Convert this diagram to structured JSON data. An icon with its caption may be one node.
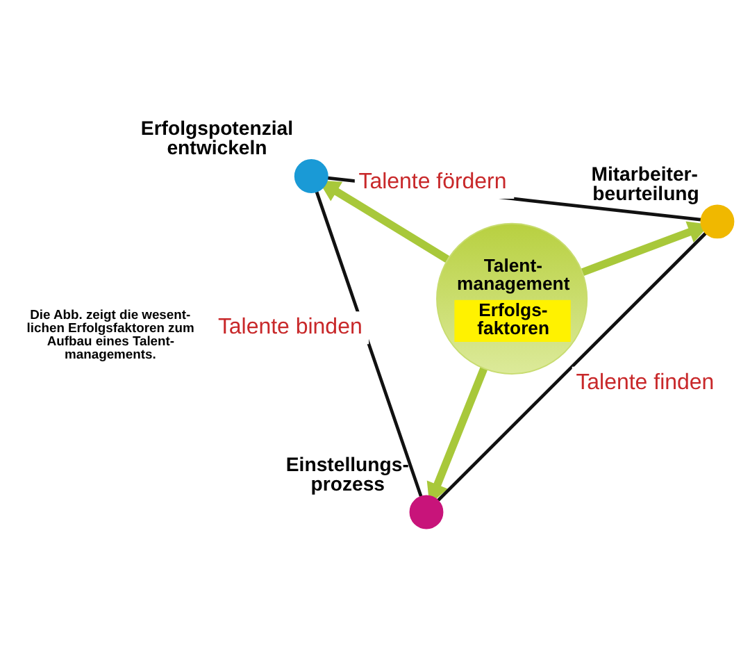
{
  "diagram": {
    "nodes": [
      {
        "text": [
          "Erfolgspotenzial entwickeln"
        ]
      },
      {
        "text": [
          "Talent- management",
          "Erfolgs- faktoren"
        ]
      },
      {
        "text": [
          "Einstellungs- prozess"
        ]
      },
      {
        "text": [
          "Mitarbeiter- beurteilung"
        ]
      }
    ],
    "edges": [
      {
        "from": 0,
        "to": 2,
        "arrow": "none",
        "label": "Talente binden"
      },
      {
        "from": 0,
        "to": 3,
        "arrow": "none",
        "label": "Talente fördern"
      },
      {
        "from": 2,
        "to": 3,
        "arrow": "none",
        "label": "Talente finden"
      },
      {
        "from": 1,
        "to": 0,
        "arrow": "to",
        "style": "thick",
        "color": "#a8c83a"
      },
      {
        "from": 1,
        "to": 2,
        "arrow": "to",
        "style": "thick",
        "color": "#a8c83a"
      },
      {
        "from": 1,
        "to": 3,
        "arrow": "to",
        "style": "thick",
        "color": "#a8c83a"
      }
    ],
    "labels": [
      "Die Abb. zeigt die wesent- lichen Erfolgsfaktoren zum Aufbau eines Talent- managements."
    ]
  }
}
